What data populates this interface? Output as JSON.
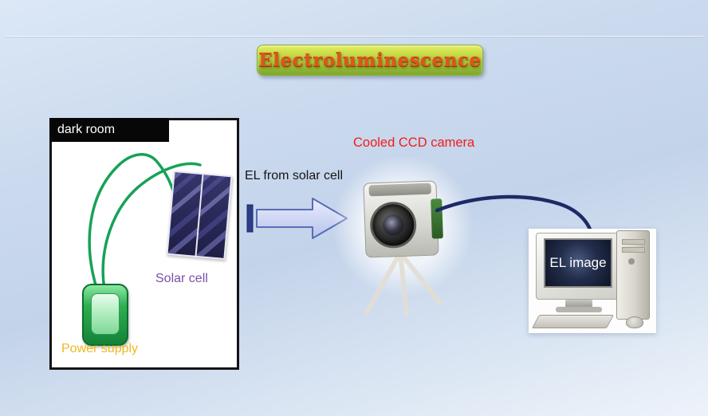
{
  "title": {
    "text": "Electroluminescence"
  },
  "dark_room": {
    "label": "dark room",
    "solar_cell": {
      "label": "Solar cell"
    },
    "power_supply": {
      "label": "Power supply"
    }
  },
  "flow": {
    "el_arrow_label": "EL from solar cell",
    "camera_label": "Cooled CCD camera"
  },
  "computer": {
    "screen_label": "EL image"
  },
  "colors": {
    "background_top": "#dce8f6",
    "background_bottom": "#eef3fa",
    "title_text": "#e2531c",
    "banner_top": "#e4ee5e",
    "banner_bottom": "#7ba72b",
    "camera_label": "#f21c1c",
    "solar_cell_label": "#7a4fa8",
    "power_supply_label": "#f0b81e",
    "arrow_fill_light": "#e9edfc",
    "arrow_fill_dark": "#b6c2ec",
    "arrow_border": "#5a6cb4",
    "cable_wire": "#1c2a66",
    "power_wire_green": "#17a257",
    "dark_room_border": "#141414"
  }
}
